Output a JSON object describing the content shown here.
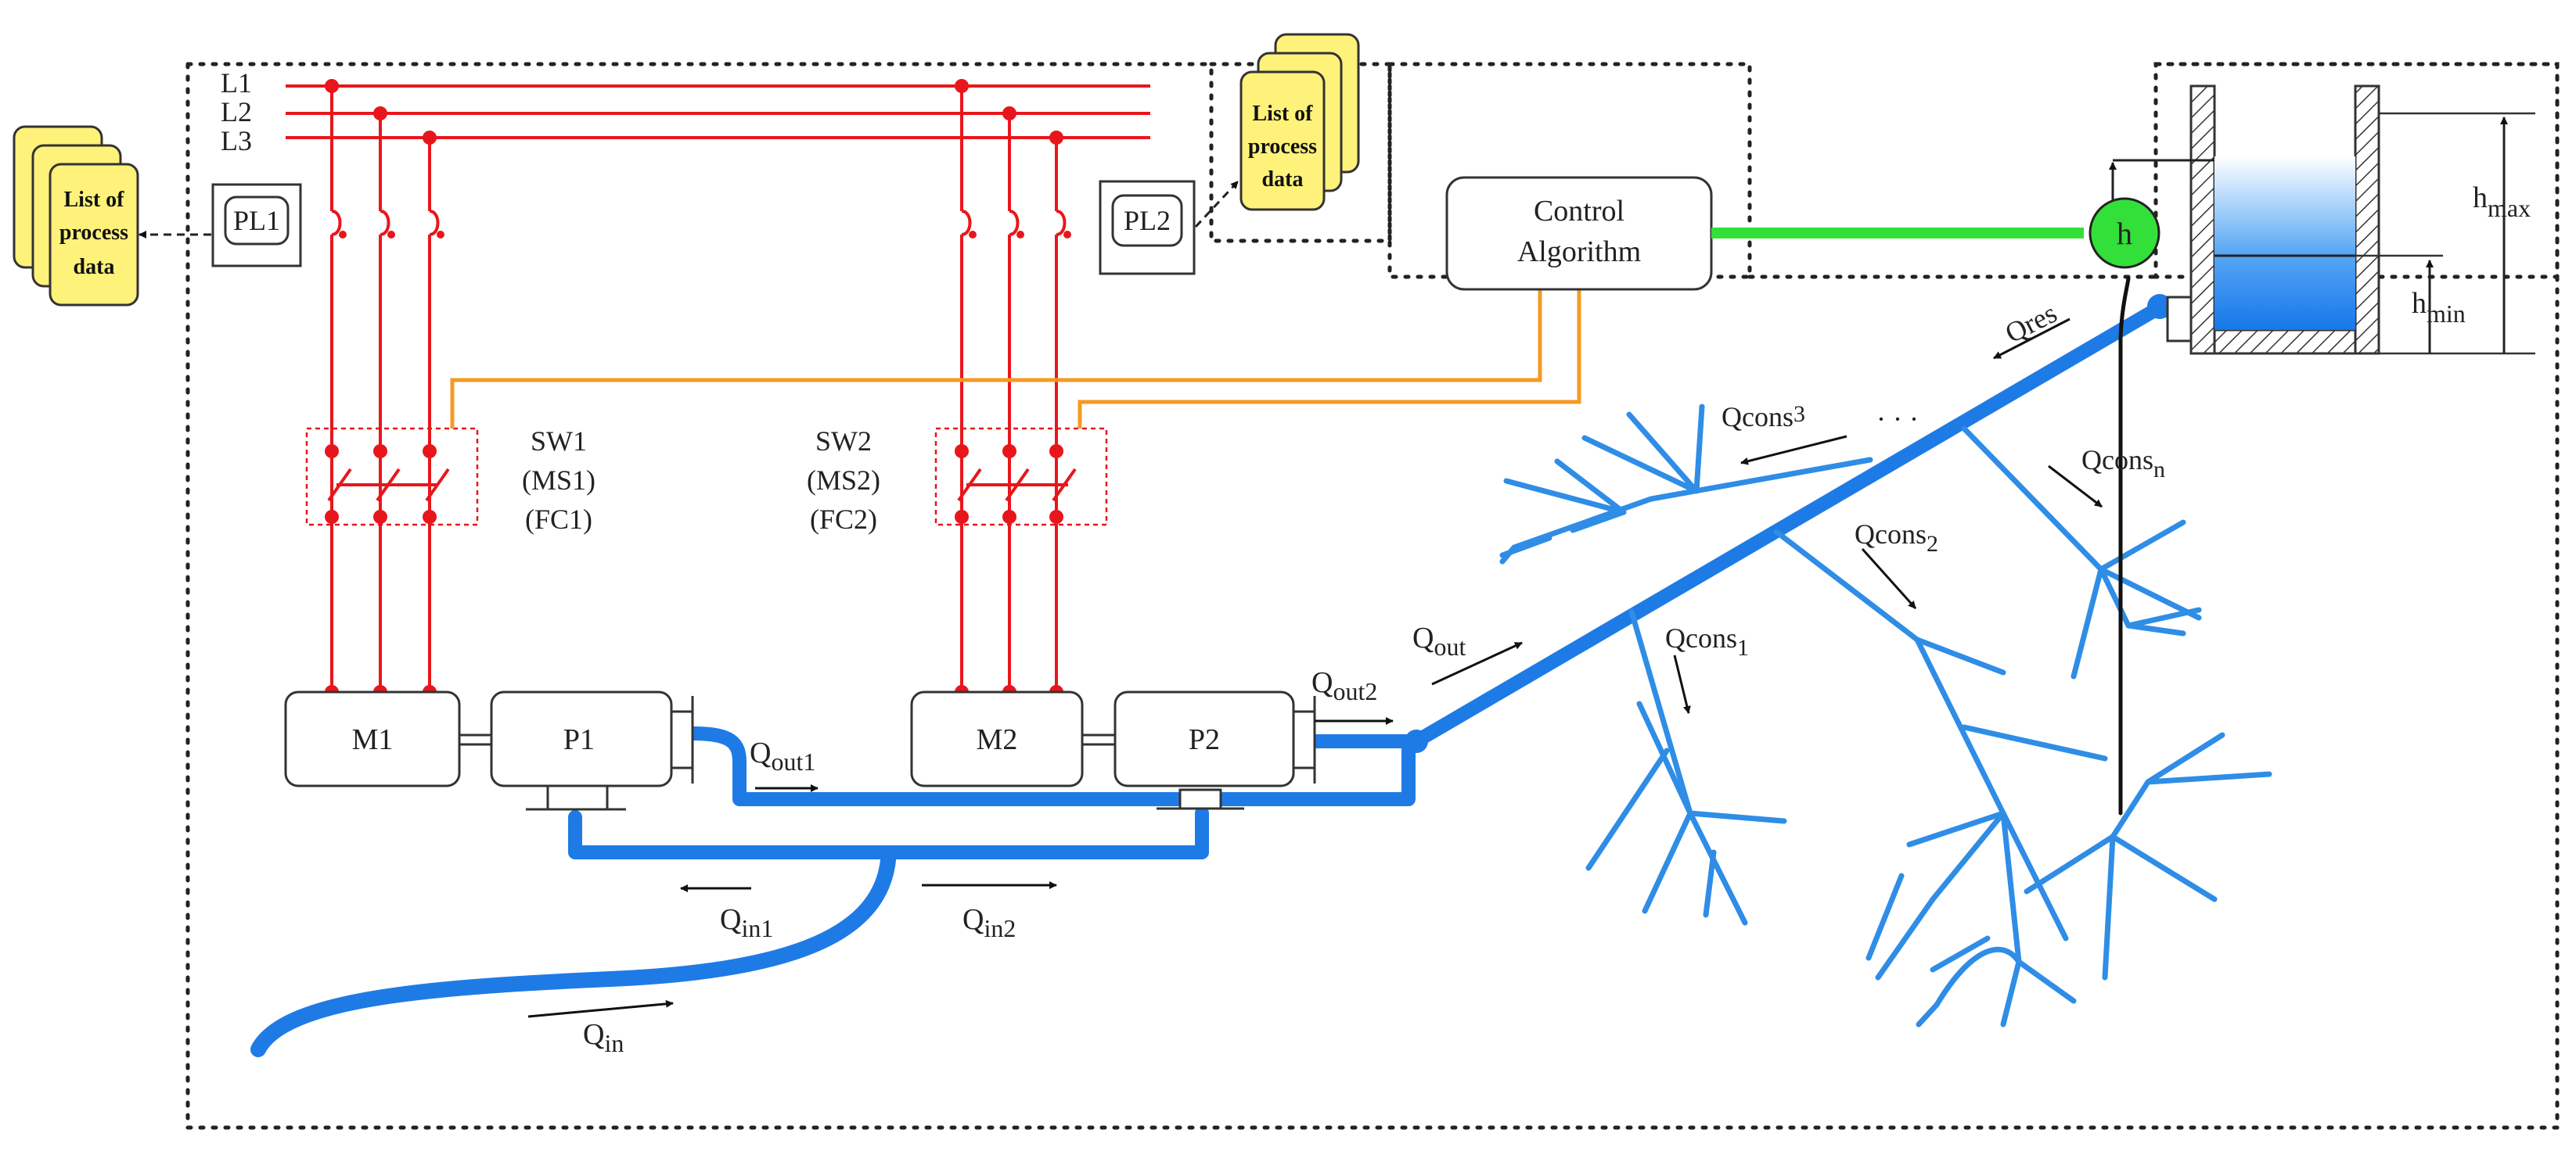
{
  "lines": {
    "l1": "L1",
    "l2": "L2",
    "l3": "L3"
  },
  "plc": {
    "pl1": "PL1",
    "pl2": "PL2"
  },
  "process_docs": {
    "left": [
      "List of",
      "process",
      "data"
    ],
    "right": [
      "List of",
      "process",
      "data"
    ]
  },
  "control": {
    "line1": "Control",
    "line2": "Algorithm"
  },
  "switches": {
    "sw1": [
      "SW1",
      "(MS1)",
      "(FC1)"
    ],
    "sw2": [
      "SW2",
      "(MS2)",
      "(FC2)"
    ]
  },
  "machines": {
    "m1": "M1",
    "p1": "P1",
    "m2": "M2",
    "p2": "P2"
  },
  "sensor": "h",
  "tank": {
    "hmax_base": "h",
    "hmax_sub": "max",
    "hmin_base": "h",
    "hmin_sub": "min"
  },
  "flows": {
    "q_base": "Q",
    "qout1_sub": "out1",
    "qout2_sub": "out2",
    "qout_sub": "out",
    "qin1_sub": "in1",
    "qin2_sub": "in2",
    "qin_sub": "in",
    "qres": "Qres",
    "qcons_base": "Qcons",
    "qcons1_sub": "1",
    "qcons2_sub": "2",
    "qcons3_sub": "3",
    "qconsn_sub": "n",
    "ellipsis": "· · ·"
  },
  "colors": {
    "power": "#e8161c",
    "signal": "#f59a23",
    "sensor_link": "#33e03a",
    "water": "#1e7be6",
    "branch": "#2f8de6",
    "document": "#fff27a"
  }
}
